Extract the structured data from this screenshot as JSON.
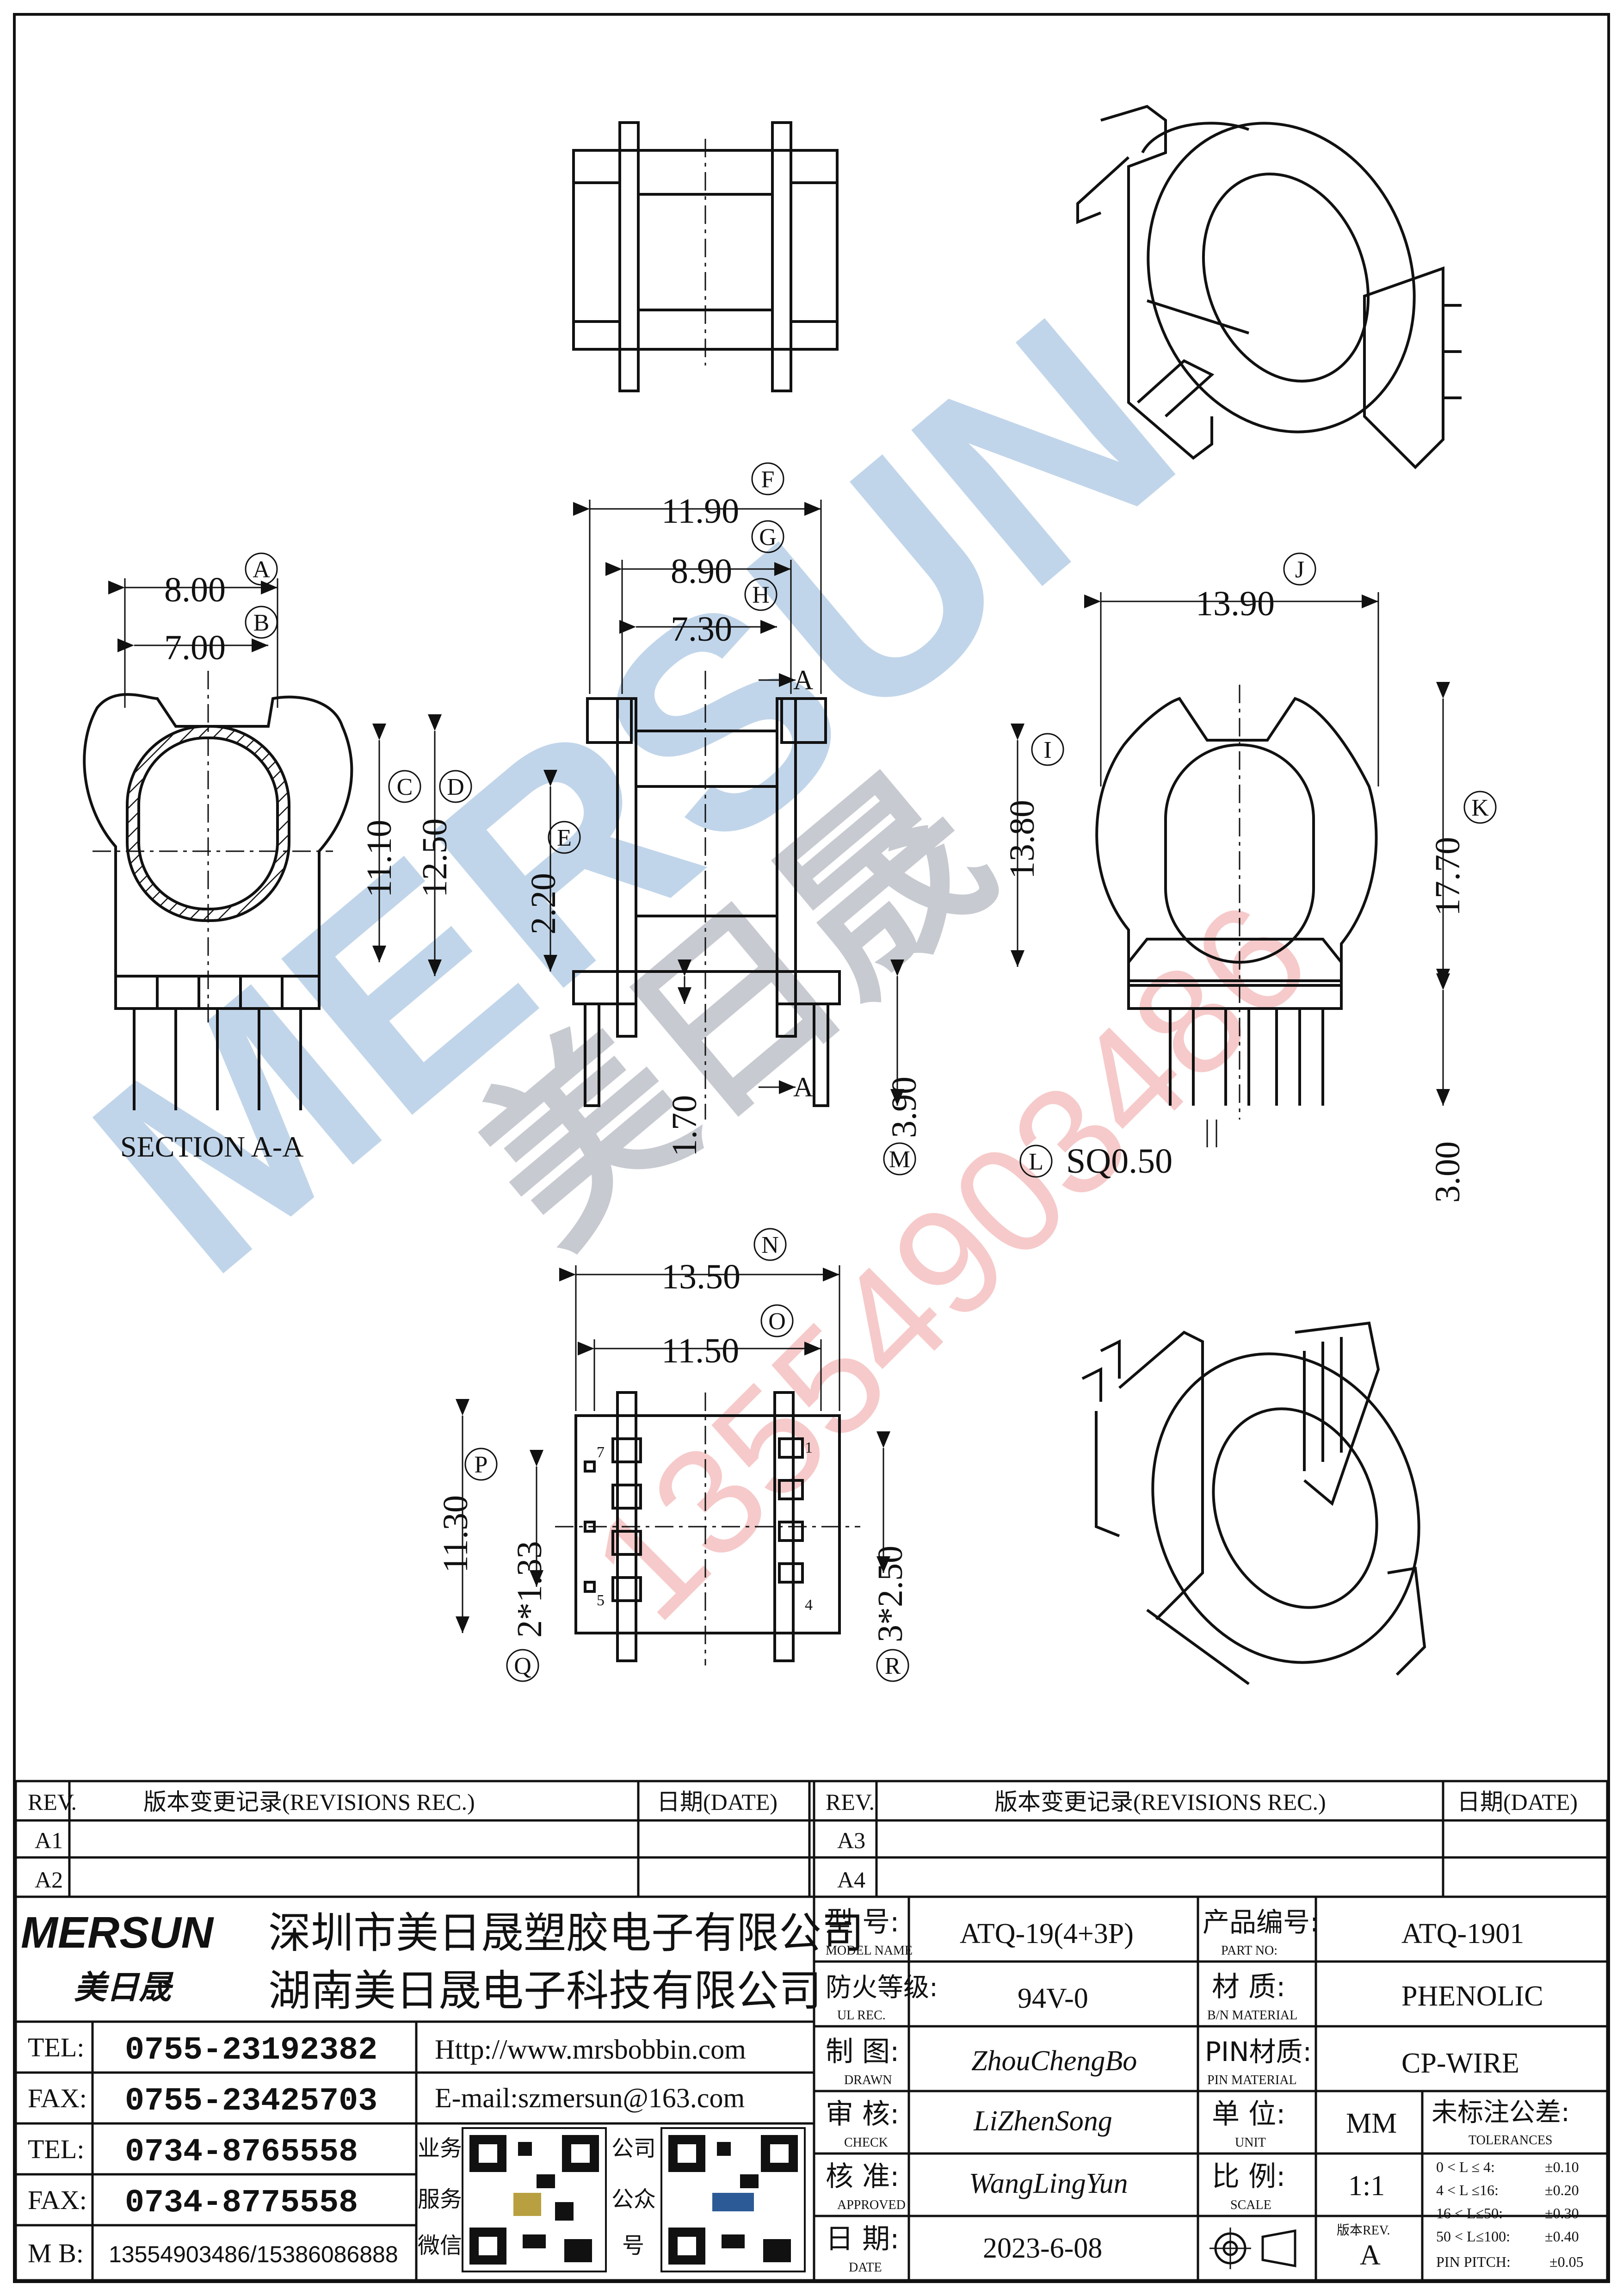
{
  "drawing": {
    "dims": {
      "a": "8.00",
      "b": "7.00",
      "c": "11.10",
      "d": "12.50",
      "f": "11.90",
      "g": "8.90",
      "h": "7.30",
      "e": "2.20",
      "h2": "1.70",
      "m": "3.90",
      "j": "13.90",
      "i": "13.80",
      "k": "17.70",
      "l": "SQ0.50",
      "pin_len": "3.00",
      "n": "13.50",
      "o": "11.50",
      "p": "11.30",
      "q": "2*1.33",
      "r": "3*2.50"
    },
    "letters": [
      "A",
      "B",
      "C",
      "D",
      "E",
      "F",
      "G",
      "H",
      "I",
      "J",
      "K",
      "L",
      "M",
      "N",
      "O",
      "P",
      "Q",
      "R"
    ],
    "section_label": "SECTION A-A",
    "section_marker": "A",
    "pin_numbers": {
      "p7": "7",
      "p5": "5",
      "p1": "1",
      "p4": "4"
    },
    "watermark": {
      "brand": "MERSUN",
      "cn": "美日晟",
      "phone": "13554903486"
    }
  },
  "title_block": {
    "rev_head": "REV.",
    "rev_record": "版本变更记录(REVISIONS REC.)",
    "date_head": "日期(DATE)",
    "left_revs": [
      "A1",
      "A2"
    ],
    "right_revs": [
      "A3",
      "A4"
    ],
    "logo": {
      "brand": "MERSUN",
      "cn": "美日晟"
    },
    "company_1": "深圳市美日晟塑胶电子有限公司",
    "company_2": "湖南美日晟电子科技有限公司",
    "contacts": [
      {
        "label": "TEL:",
        "value": "0755-23192382"
      },
      {
        "label": "FAX:",
        "value": "0755-23425703"
      },
      {
        "label": "TEL:",
        "value": "0734-8765558"
      },
      {
        "label": "FAX:",
        "value": "0734-8775558"
      },
      {
        "label": "M B:",
        "value": "13554903486/15386086888"
      }
    ],
    "website": "Http://www.mrsbobbin.com",
    "email": "E-mail:szmersun@163.com",
    "qr_label_1": [
      "业务",
      "服务",
      "微信"
    ],
    "qr_label_2": [
      "公司",
      "公众",
      "号"
    ],
    "rows": {
      "model_label": "型 号:",
      "model_sub": "MODEL NAME",
      "model_value": "ATQ-19(4+3P)",
      "part_label": "产品编号:",
      "part_sub": "PART NO:",
      "part_value": "ATQ-1901",
      "ul_label": "防火等级:",
      "ul_sub": "UL REC.",
      "ul_value": "94V-0",
      "mat_label": "材 质:",
      "mat_sub": "B/N MATERIAL",
      "mat_value": "PHENOLIC",
      "drawn_label": "制 图:",
      "drawn_sub": "DRAWN",
      "drawn_value": "ZhouChengBo",
      "pin_label": "PIN材质:",
      "pin_sub": "PIN MATERIAL",
      "pin_value": "CP-WIRE",
      "check_label": "审 核:",
      "check_sub": "CHECK",
      "check_value": "LiZhenSong",
      "unit_label": "单 位:",
      "unit_sub": "UNIT",
      "unit_value": "MM",
      "tol_label": "未标注公差:",
      "tol_sub": "TOLERANCES",
      "approved_label": "核 准:",
      "approved_sub": "APPROVED",
      "approved_value": "WangLingYun",
      "scale_label": "比 例:",
      "scale_sub": "SCALE",
      "scale_value": "1:1",
      "date_label": "日 期:",
      "date_sub": "DATE",
      "date_value": "2023-6-08",
      "ver_label": "版本REV.",
      "ver_value": "A"
    },
    "tolerances": [
      {
        "range": "0 < L ≤ 4:",
        "tol": "±0.10"
      },
      {
        "range": "4 < L ≤16:",
        "tol": "±0.20"
      },
      {
        "range": "16 < L≤50:",
        "tol": "±0.30"
      },
      {
        "range": "50 < L≤100:",
        "tol": "±0.40"
      },
      {
        "range": "PIN PITCH:",
        "tol": "±0.05"
      }
    ]
  }
}
